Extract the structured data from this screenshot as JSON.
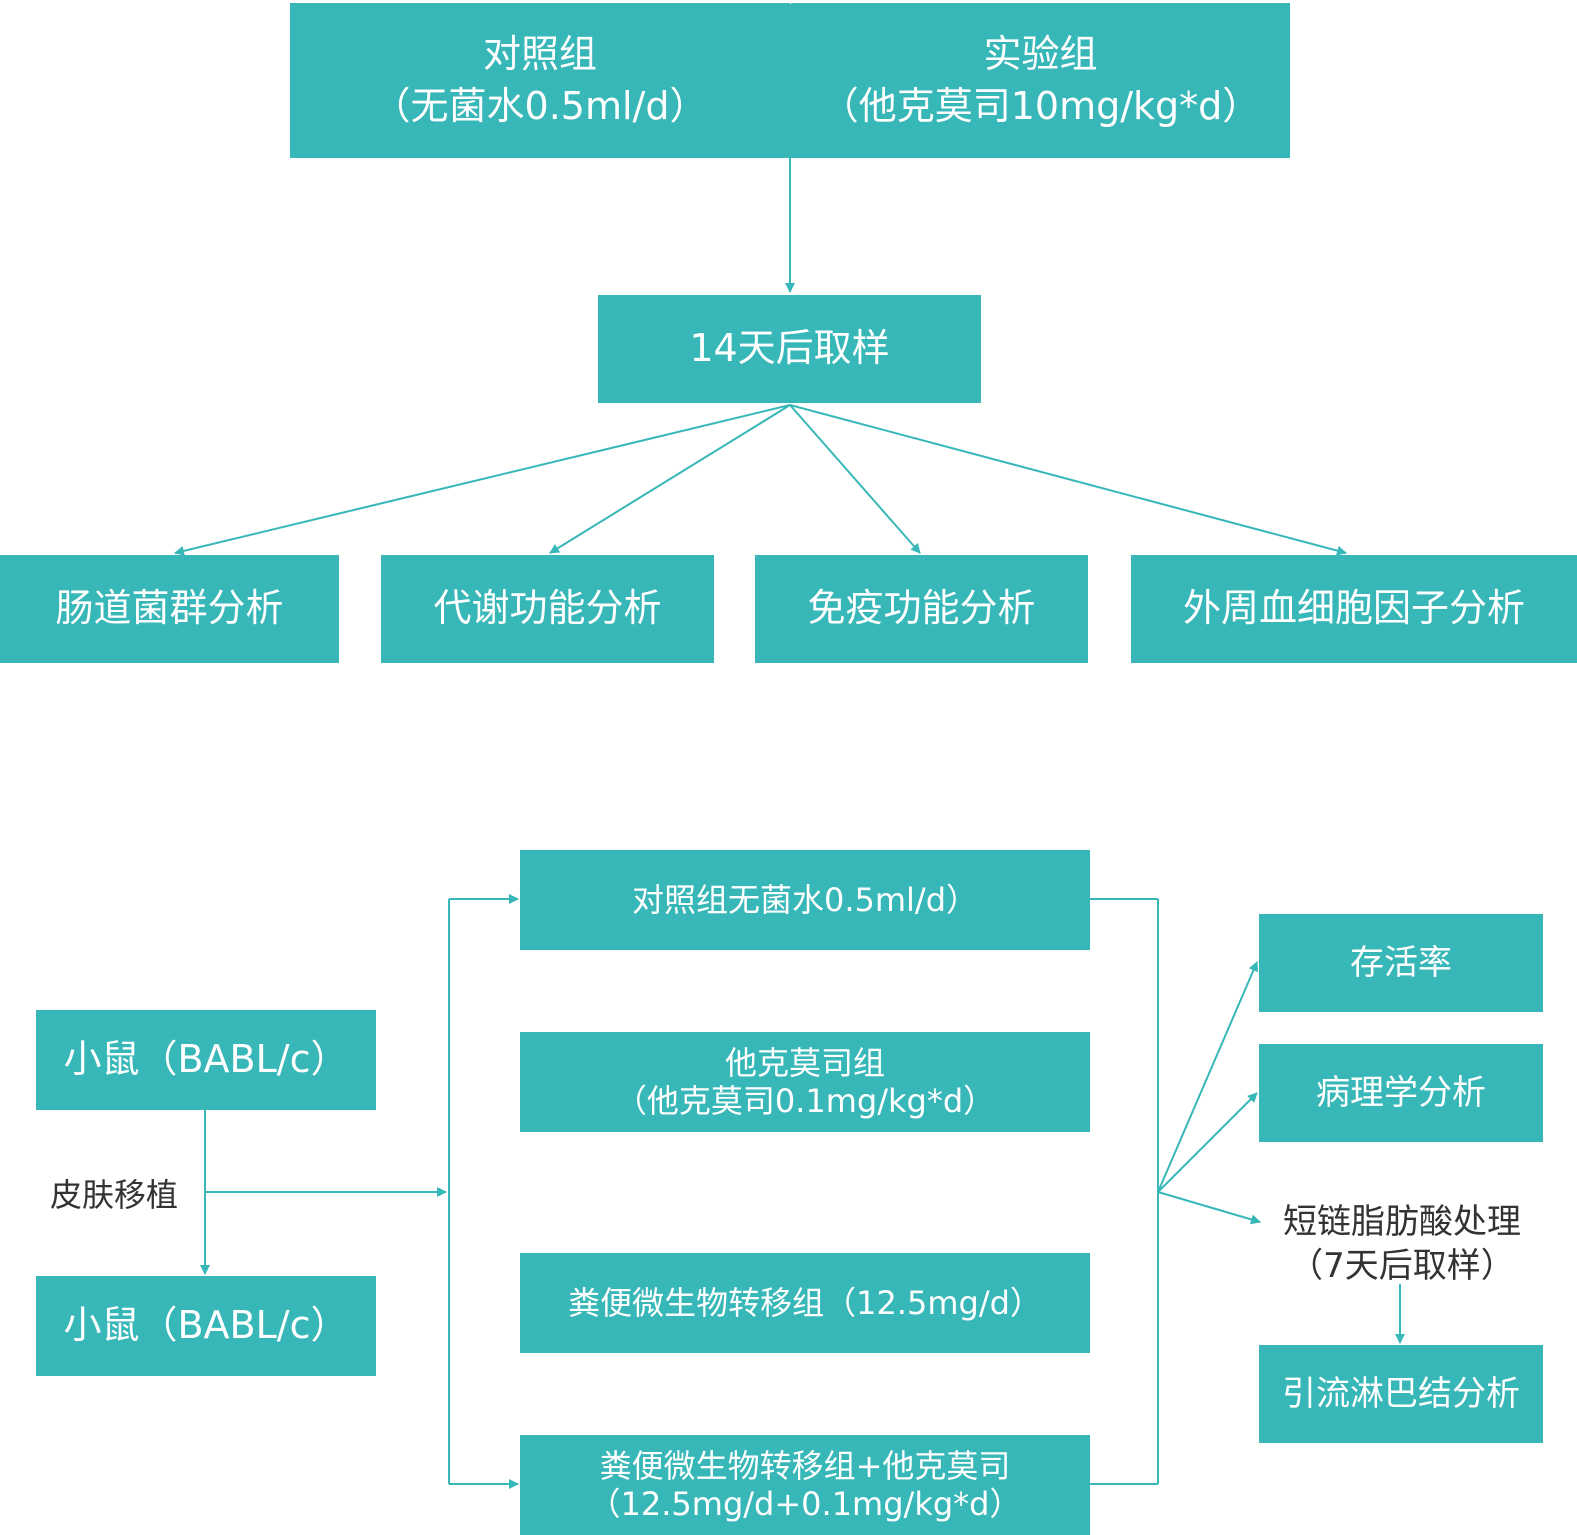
{
  "colors": {
    "box_fill": "#37b7b8",
    "box_text": "#ffffff",
    "line": "#37b7b8",
    "label_text": "#333333"
  },
  "top": {
    "control": {
      "title": "对照组",
      "detail": "（无菌水0.5ml/d）"
    },
    "experiment": {
      "title": "实验组",
      "detail": "（他克莫司10mg/kg*d）"
    },
    "sampling": "14天后取样",
    "analyses": [
      "肠道菌群分析",
      "代谢功能分析",
      "免疫功能分析",
      "外周血细胞因子分析"
    ]
  },
  "bottom": {
    "mouse_donor": "小鼠（BABL/c）",
    "mouse_recipient": "小鼠（BABL/c）",
    "skin_graft": "皮肤移植",
    "groups": [
      {
        "line1": "对照组无菌水0.5ml/d）",
        "line2": ""
      },
      {
        "line1": "他克莫司组",
        "line2": "（他克莫司0.1mg/kg*d）"
      },
      {
        "line1": "粪便微生物转移组（12.5mg/d）",
        "line2": ""
      },
      {
        "line1": "粪便微生物转移组+他克莫司",
        "line2": "（12.5mg/d+0.1mg/kg*d）"
      }
    ],
    "outcomes": {
      "survival": "存活率",
      "pathology": "病理学分析",
      "lymph": "引流淋巴结分析"
    },
    "scfa": {
      "line1": "短链脂肪酸处理",
      "line2": "（7天后取样）"
    }
  }
}
